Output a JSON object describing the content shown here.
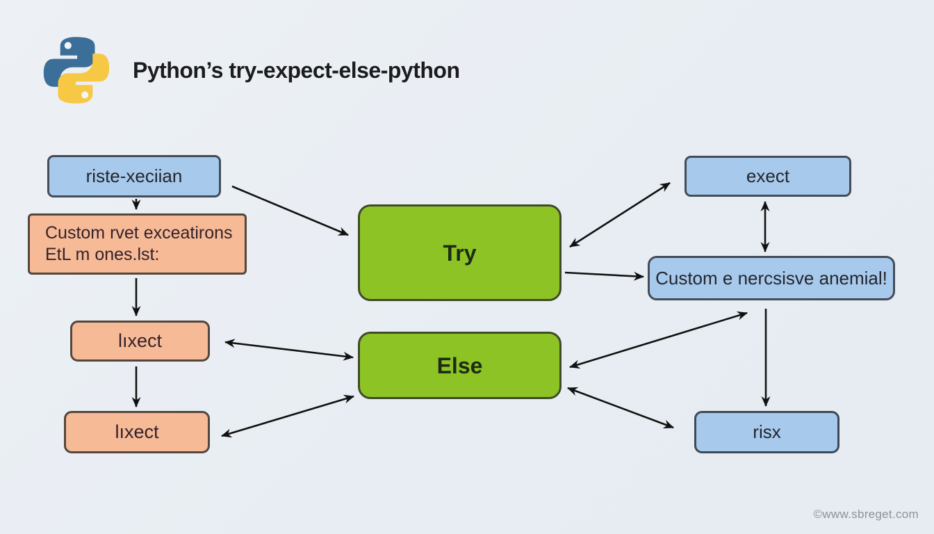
{
  "header": {
    "title": "Python’s try-expect-else-python",
    "logo": "python-logo"
  },
  "diagram": {
    "nodes": [
      {
        "id": "riste",
        "label": "riste-xeciian",
        "color": "blue"
      },
      {
        "id": "custom-left",
        "label": "Custom rvet exceatirons\nEtL m ones.lst:",
        "color": "orange"
      },
      {
        "id": "lixect1",
        "label": "lıxect",
        "color": "orange"
      },
      {
        "id": "lixect2",
        "label": "lıxect",
        "color": "orange"
      },
      {
        "id": "try",
        "label": "Try",
        "color": "green"
      },
      {
        "id": "else",
        "label": "Else",
        "color": "green"
      },
      {
        "id": "exect",
        "label": "exect",
        "color": "blue"
      },
      {
        "id": "custom-right",
        "label": "Custom e nercsisve anemial!",
        "color": "blue"
      },
      {
        "id": "risx",
        "label": "risx",
        "color": "blue"
      }
    ],
    "edges": [
      {
        "from": "riste",
        "to": "custom-left",
        "double": false
      },
      {
        "from": "riste",
        "to": "try",
        "double": false
      },
      {
        "from": "custom-left",
        "to": "lixect1",
        "double": false
      },
      {
        "from": "lixect1",
        "to": "lixect2",
        "double": false
      },
      {
        "from": "lixect1",
        "to": "else",
        "double": true
      },
      {
        "from": "lixect2",
        "to": "else",
        "double": true
      },
      {
        "from": "try",
        "to": "exect",
        "double": true
      },
      {
        "from": "exect",
        "to": "custom-right",
        "double": true
      },
      {
        "from": "try",
        "to": "custom-right",
        "double": false
      },
      {
        "from": "else",
        "to": "custom-right",
        "double": true
      },
      {
        "from": "custom-right",
        "to": "risx",
        "double": false
      },
      {
        "from": "else",
        "to": "risx",
        "double": true
      }
    ]
  },
  "colors": {
    "background": "#e9eef3",
    "node_blue": "#a7c9eb",
    "node_orange": "#f6ba96",
    "node_green": "#8ec326",
    "arrow": "#111111",
    "logo_blue": "#3b6e98",
    "logo_yellow": "#f7c844"
  },
  "watermark": "©www.sbreget.com"
}
